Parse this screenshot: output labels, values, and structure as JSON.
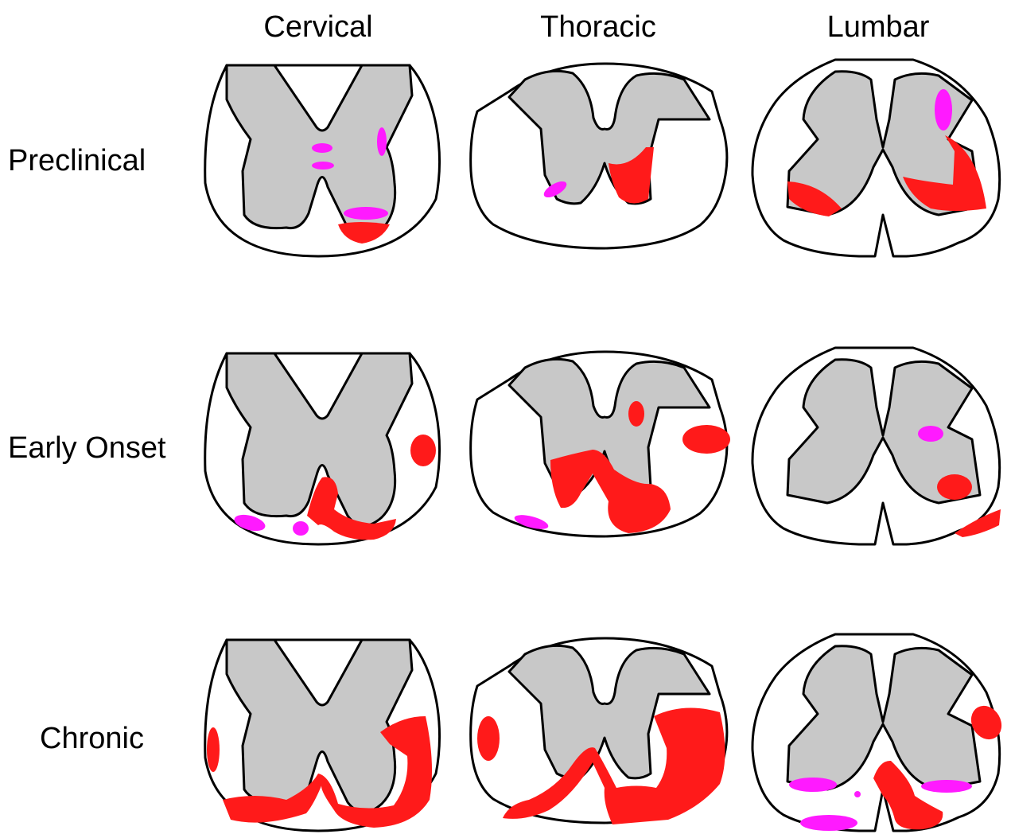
{
  "columns": [
    "Cervical",
    "Thoracic",
    "Lumbar"
  ],
  "rows": [
    "Preclinical",
    "Early Onset",
    "Chronic"
  ],
  "colors": {
    "white_matter": "#ffffff",
    "grey_matter": "#c8c8c8",
    "lesion_red": "#ff1a1a",
    "lesion_magenta": "#ff1aff",
    "outline": "#000000"
  }
}
